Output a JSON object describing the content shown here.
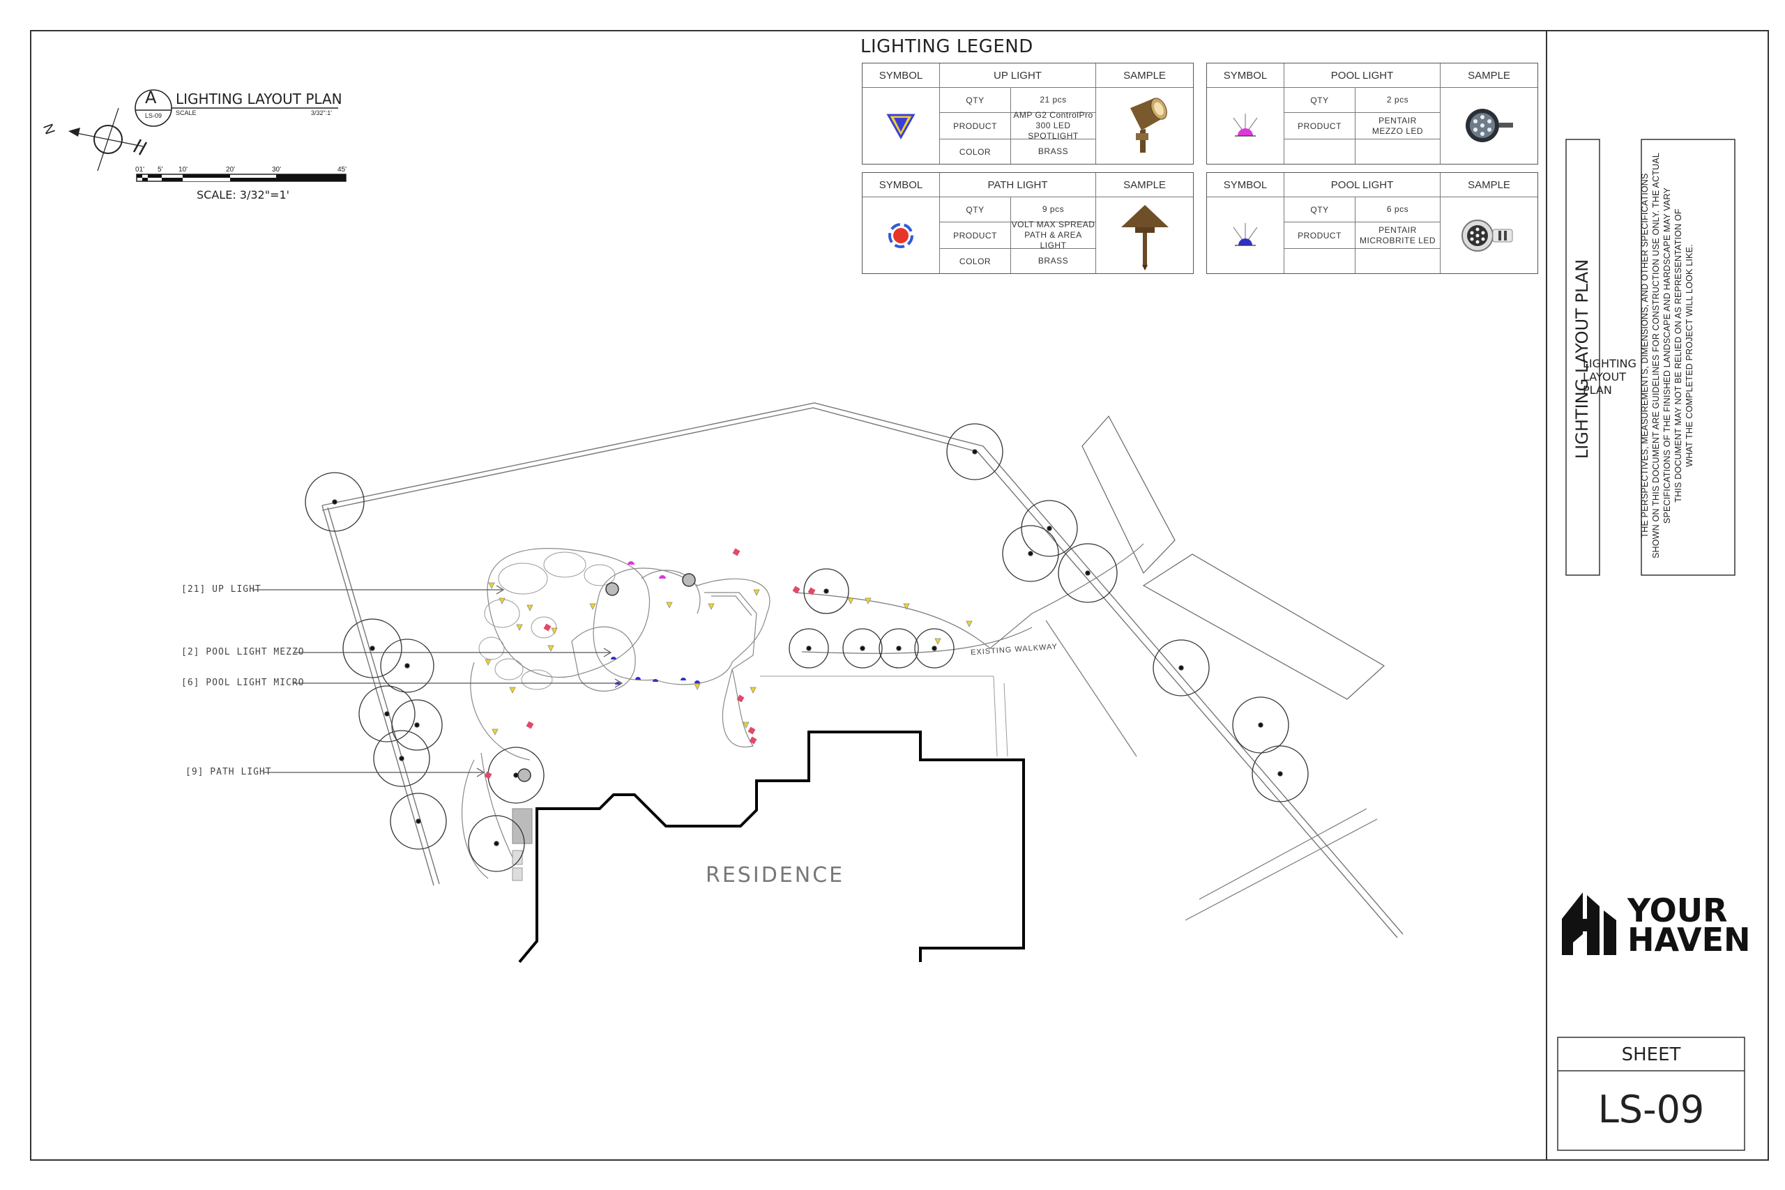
{
  "plan_title": {
    "letter": "A",
    "sheet_ref": "LS-09",
    "title": "LIGHTING LAYOUT PLAN",
    "scale_word": "SCALE",
    "scale_value": "3/32\":1'",
    "scale_bar_labels": [
      "01'",
      "5'",
      "10'",
      "20'",
      "30'",
      "45'"
    ],
    "scale_text": "SCALE: 3/32\"=1'",
    "north": "N"
  },
  "legend": {
    "title": "LIGHTING LEGEND",
    "cards": [
      {
        "symbol_hdr": "SYMBOL",
        "name": "UP LIGHT",
        "sample_hdr": "SAMPLE",
        "rows": [
          {
            "k": "QTY",
            "v": "21 pcs"
          },
          {
            "k": "PRODUCT",
            "v": "AMP G2 ControlPro\n300 LED SPOTLIGHT"
          },
          {
            "k": "COLOR",
            "v": "BRASS"
          }
        ]
      },
      {
        "symbol_hdr": "SYMBOL",
        "name": "POOL LIGHT",
        "sample_hdr": "SAMPLE",
        "rows": [
          {
            "k": "QTY",
            "v": "2 pcs"
          },
          {
            "k": "PRODUCT",
            "v": "PENTAIR\nMEZZO LED"
          },
          {
            "k": "",
            "v": ""
          }
        ]
      },
      {
        "symbol_hdr": "SYMBOL",
        "name": "PATH LIGHT",
        "sample_hdr": "SAMPLE",
        "rows": [
          {
            "k": "QTY",
            "v": "9 pcs"
          },
          {
            "k": "PRODUCT",
            "v": "VOLT MAX SPREAD\nPATH & AREA LIGHT"
          },
          {
            "k": "COLOR",
            "v": "BRASS"
          }
        ]
      },
      {
        "symbol_hdr": "SYMBOL",
        "name": "POOL LIGHT",
        "sample_hdr": "SAMPLE",
        "rows": [
          {
            "k": "QTY",
            "v": "6 pcs"
          },
          {
            "k": "PRODUCT",
            "v": "PENTAIR\nMICROBRITE LED"
          },
          {
            "k": "",
            "v": ""
          }
        ]
      }
    ]
  },
  "callouts": [
    "[21] UP LIGHT",
    "[2] POOL LIGHT MEZZO",
    "[6] POOL LIGHT MICRO",
    "[9] PATH LIGHT"
  ],
  "plan_labels": {
    "residence": "RESIDENCE",
    "walkway": "EXISTING WALKWAY"
  },
  "title_block": {
    "vertical_title": "LIGHTING LAYOUT PLAN",
    "disclaimer": [
      "THE PERSPECTIVES, MEASUREMENTS, DIMENSIONS, AND OTHER SPECIFICATIONS",
      "SHOWN ON THIS DOCUMENT ARE GUIDELINES FOR CONSTRUCTION USE ONLY. THE ACTUAL",
      "SPECIFICATIONS OF THE FINISHED LANDSCAPE AND HARDSCAPE MAY VARY",
      "THIS DOCUMENT MAY NOT BE RELIED ON AS REPRESENTATION OF",
      "WHAT THE COMPLETED PROJECT  WILL LOOK LIKE."
    ],
    "brand_line1": "YOUR",
    "brand_line2": "HAVEN",
    "sheet_label": "SHEET",
    "sheet_number": "LS-09"
  },
  "colors": {
    "up_light_yellow": "#f2d22a",
    "up_light_blue": "#3b3fd8",
    "path_light_red": "#e8352a",
    "path_light_blue": "#2f5bd6",
    "pool_mezzo_magenta": "#d93ad9",
    "pool_micro_blue": "#3030c8",
    "residence_outline": "#000000"
  }
}
